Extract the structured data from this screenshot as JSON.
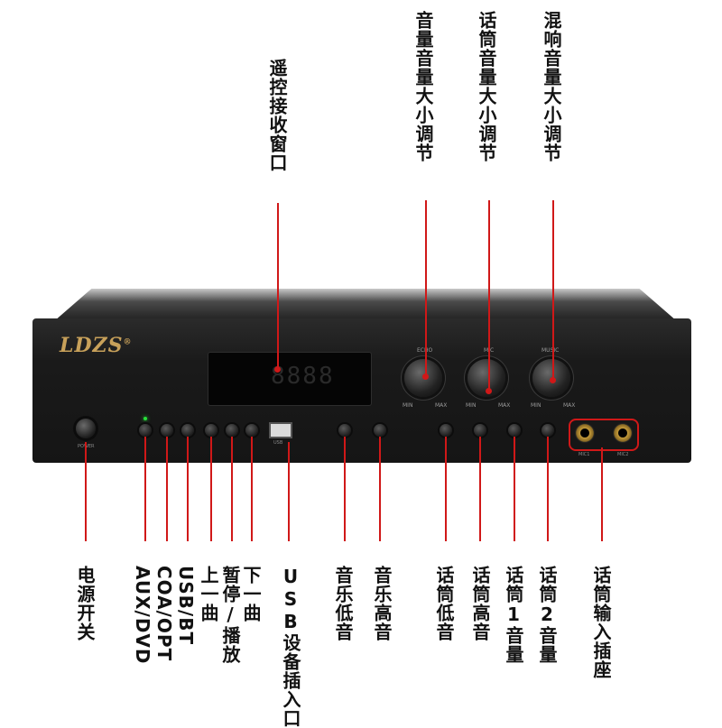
{
  "brand": "LDZS",
  "brand_mark": "®",
  "top_labels": {
    "remote_window": "遥控接收窗口",
    "music_volume": "音量音量大小调节",
    "mic_volume": "话筒音量大小调节",
    "echo_volume": "混响音量大小调节"
  },
  "bottom_labels": {
    "power": "电源开关",
    "aux_dvd": "AUX/DVD",
    "coa_opt": "COA/OPT",
    "usb_bt": "USB/BT",
    "prev_track": "上一曲",
    "pause_play": "暂停/播放",
    "next_track": "下一曲",
    "usb_port": "USB设备插入口",
    "music_bass": "音乐低音",
    "music_treble": "音乐高音",
    "mic_bass": "话筒低音",
    "mic_treble": "话筒高音",
    "mic1_volume": "话筒1音量",
    "mic2_volume": "话筒2音量",
    "mic_input": "话筒输入插座"
  },
  "panel": {
    "power_caption": "POWER",
    "usb_caption": "USB",
    "knob_echo": "ECHO",
    "knob_mic": "MIC",
    "knob_music": "MUSIC",
    "min": "MIN",
    "max": "MAX",
    "display_text": "8888",
    "mic1": "MIC1",
    "mic2": "MIC2"
  },
  "colors": {
    "leader": "#d01818",
    "brand": "#c8a15a",
    "device": "#1a1a1a",
    "led": "#27e03a"
  }
}
